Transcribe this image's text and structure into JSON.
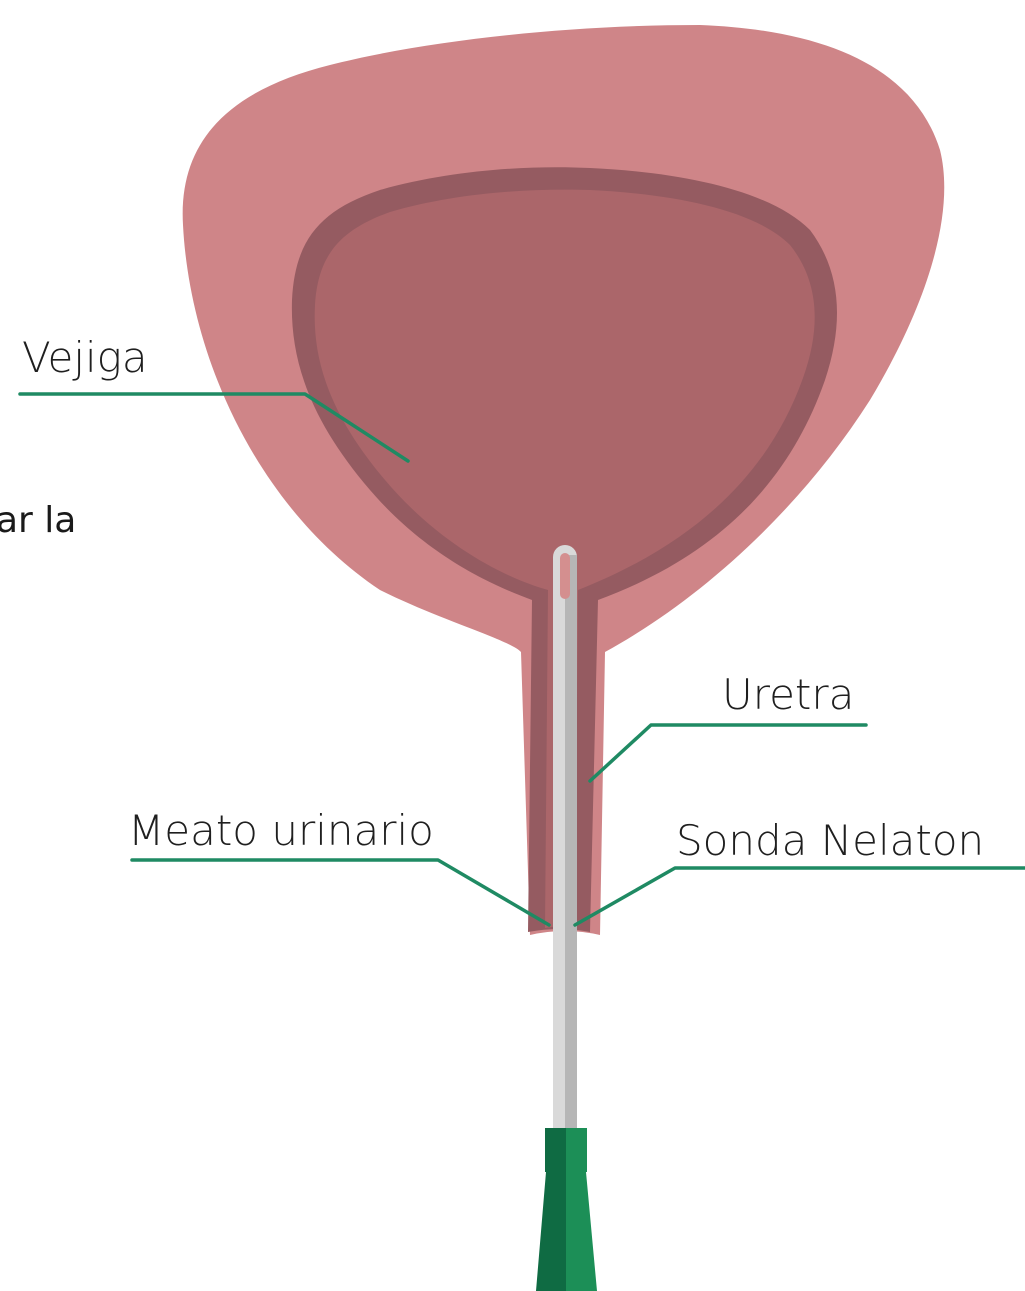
{
  "labels": {
    "vejiga": "Vejiga",
    "uretra": "Uretra",
    "meato": "Meato urinario",
    "sonda": "Sonda Nelaton"
  },
  "cut_off_text": "ar la",
  "colors": {
    "bladder_outer": "#cf8588",
    "bladder_wall": "#955b61",
    "bladder_inner": "#ab666a",
    "catheter_light": "#d9d9d9",
    "catheter_dark": "#b6b6b6",
    "catheter_tip": "#d48f8f",
    "connector_dark": "#0f6b43",
    "connector_light": "#1c8f57",
    "leader_line": "#1f8a63"
  }
}
